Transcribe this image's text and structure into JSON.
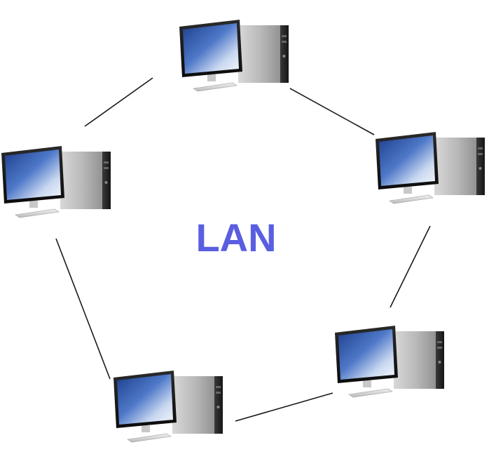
{
  "diagram": {
    "center_label": "LAN",
    "label_color": "#5a5ee0",
    "link_color": "#1a1a1a",
    "nodes": [
      {
        "id": "pc-top",
        "icon": "desktop-computer-icon"
      },
      {
        "id": "pc-right",
        "icon": "desktop-computer-icon"
      },
      {
        "id": "pc-bottom-right",
        "icon": "desktop-computer-icon"
      },
      {
        "id": "pc-bottom-left",
        "icon": "desktop-computer-icon"
      },
      {
        "id": "pc-left",
        "icon": "desktop-computer-icon"
      }
    ],
    "links": [
      {
        "from": "pc-top",
        "to": "pc-right"
      },
      {
        "from": "pc-right",
        "to": "pc-bottom-right"
      },
      {
        "from": "pc-bottom-right",
        "to": "pc-bottom-left"
      },
      {
        "from": "pc-bottom-left",
        "to": "pc-left"
      },
      {
        "from": "pc-left",
        "to": "pc-top"
      }
    ]
  }
}
